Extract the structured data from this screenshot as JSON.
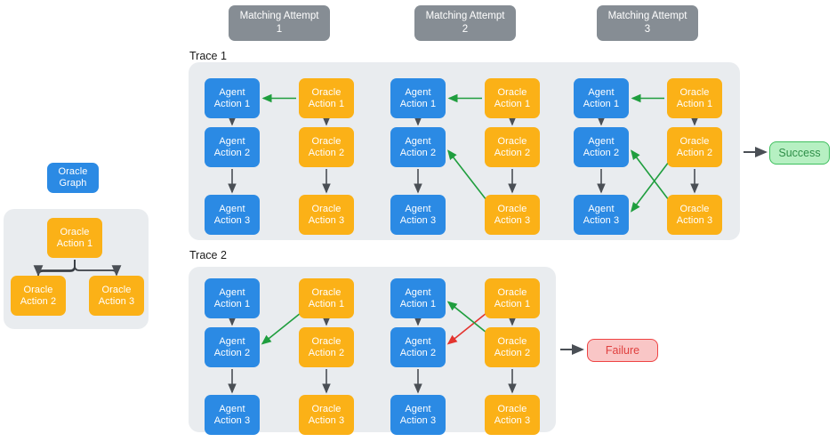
{
  "headers": [
    {
      "line1": "Matching Attempt",
      "line2": "1"
    },
    {
      "line1": "Matching Attempt",
      "line2": "2"
    },
    {
      "line1": "Matching Attempt",
      "line2": "3"
    }
  ],
  "oracle_graph": {
    "title_line1": "Oracle",
    "title_line2": "Graph",
    "nodes": [
      {
        "line1": "Oracle",
        "line2": "Action 1"
      },
      {
        "line1": "Oracle",
        "line2": "Action 2"
      },
      {
        "line1": "Oracle",
        "line2": "Action 3"
      }
    ]
  },
  "traces": [
    {
      "label": "Trace 1",
      "result": "Success",
      "attempts": [
        {
          "agent": [
            {
              "line1": "Agent",
              "line2": "Action 1"
            },
            {
              "line1": "Agent",
              "line2": "Action 2"
            },
            {
              "line1": "Agent",
              "line2": "Action 3"
            }
          ],
          "oracle": [
            {
              "line1": "Oracle",
              "line2": "Action 1"
            },
            {
              "line1": "Oracle",
              "line2": "Action 2"
            },
            {
              "line1": "Oracle",
              "line2": "Action 3"
            }
          ],
          "matches": [
            {
              "from": 1,
              "to": 1,
              "color": "#1f9e3e"
            }
          ]
        },
        {
          "agent": [
            {
              "line1": "Agent",
              "line2": "Action 1"
            },
            {
              "line1": "Agent",
              "line2": "Action 2"
            },
            {
              "line1": "Agent",
              "line2": "Action 3"
            }
          ],
          "oracle": [
            {
              "line1": "Oracle",
              "line2": "Action 1"
            },
            {
              "line1": "Oracle",
              "line2": "Action 2"
            },
            {
              "line1": "Oracle",
              "line2": "Action 3"
            }
          ],
          "matches": [
            {
              "from": 1,
              "to": 1,
              "color": "#1f9e3e"
            },
            {
              "from": 3,
              "to": 2,
              "color": "#1f9e3e"
            }
          ]
        },
        {
          "agent": [
            {
              "line1": "Agent",
              "line2": "Action 1"
            },
            {
              "line1": "Agent",
              "line2": "Action 2"
            },
            {
              "line1": "Agent",
              "line2": "Action 3"
            }
          ],
          "oracle": [
            {
              "line1": "Oracle",
              "line2": "Action 1"
            },
            {
              "line1": "Oracle",
              "line2": "Action 2"
            },
            {
              "line1": "Oracle",
              "line2": "Action 3"
            }
          ],
          "matches": [
            {
              "from": 1,
              "to": 1,
              "color": "#1f9e3e"
            },
            {
              "from": 2,
              "to": 3,
              "color": "#1f9e3e"
            },
            {
              "from": 3,
              "to": 2,
              "color": "#1f9e3e"
            }
          ]
        }
      ]
    },
    {
      "label": "Trace 2",
      "result": "Failure",
      "attempts": [
        {
          "agent": [
            {
              "line1": "Agent",
              "line2": "Action 1"
            },
            {
              "line1": "Agent",
              "line2": "Action 2"
            },
            {
              "line1": "Agent",
              "line2": "Action 3"
            }
          ],
          "oracle": [
            {
              "line1": "Oracle",
              "line2": "Action 1"
            },
            {
              "line1": "Oracle",
              "line2": "Action 2"
            },
            {
              "line1": "Oracle",
              "line2": "Action 3"
            }
          ],
          "matches": [
            {
              "from": 1,
              "to": 2,
              "color": "#1f9e3e"
            }
          ]
        },
        {
          "agent": [
            {
              "line1": "Agent",
              "line2": "Action 1"
            },
            {
              "line1": "Agent",
              "line2": "Action 2"
            },
            {
              "line1": "Agent",
              "line2": "Action 3"
            }
          ],
          "oracle": [
            {
              "line1": "Oracle",
              "line2": "Action 1"
            },
            {
              "line1": "Oracle",
              "line2": "Action 2"
            },
            {
              "line1": "Oracle",
              "line2": "Action 3"
            }
          ],
          "matches": [
            {
              "from": 1,
              "to": 2,
              "color": "#e3342f"
            },
            {
              "from": 2,
              "to": 1,
              "color": "#1f9e3e"
            }
          ]
        }
      ]
    }
  ],
  "colors": {
    "agent": "#2b8ae4",
    "oracle": "#fbb117",
    "header": "#868d94",
    "panel": "#e9ecef",
    "match": "#1f9e3e",
    "mismatch": "#e3342f",
    "flow": "#4a4f55",
    "success_text": "#2f8f49",
    "failure_text": "#e0403f"
  }
}
